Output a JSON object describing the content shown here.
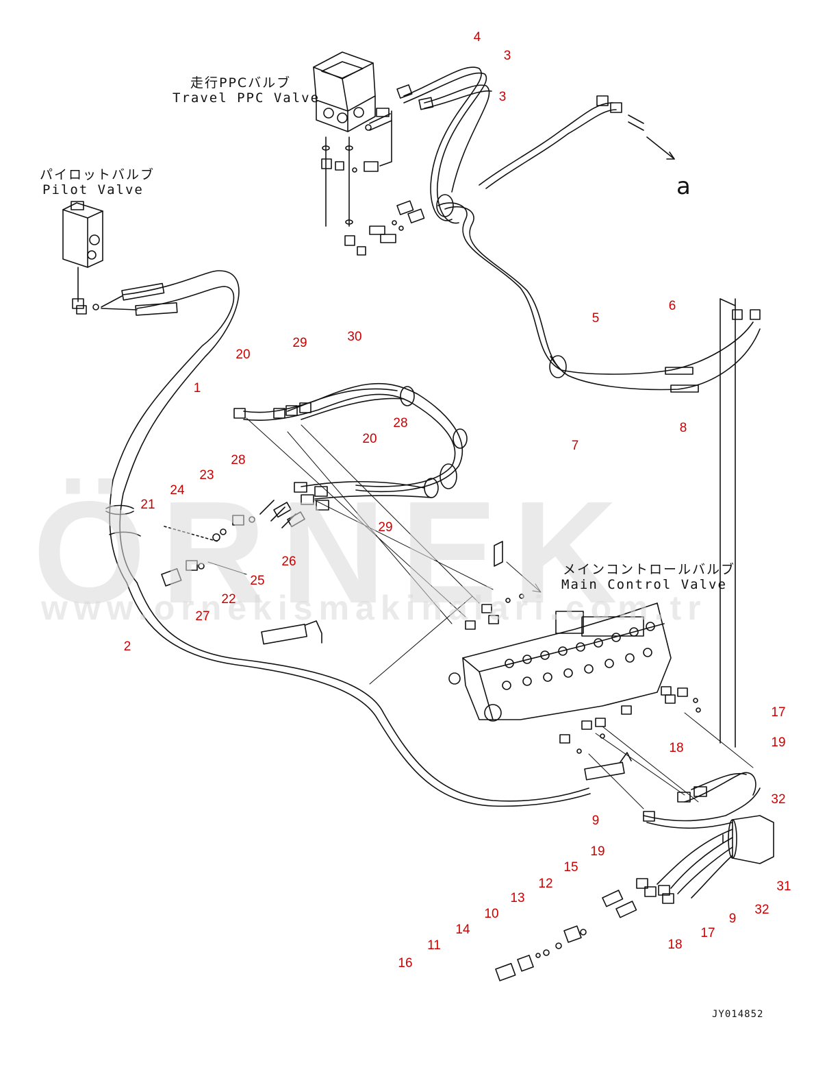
{
  "labels": {
    "travel_ppc_jp": "走行PPCバルブ",
    "travel_ppc_en": "Travel PPC Valve",
    "pilot_jp": "パイロットバルブ",
    "pilot_en": "Pilot Valve",
    "main_control_jp": "メインコントロールバルブ",
    "main_control_en": "Main Control Valve",
    "reference_a": "a",
    "doc_id": "JY014852"
  },
  "watermark": {
    "brand": "ÖRNEK",
    "url": "www.ornekismakinalari.com.tr",
    "color": "#d9d9d9",
    "accent": "#f2d34a"
  },
  "callout_color": "#cc0000",
  "callouts": [
    "4",
    "3",
    "3",
    "6",
    "5",
    "8",
    "7",
    "30",
    "29",
    "20",
    "28",
    "20",
    "1",
    "28",
    "29",
    "23",
    "24",
    "21",
    "26",
    "25",
    "22",
    "27",
    "2",
    "17",
    "19",
    "18",
    "32",
    "9",
    "31",
    "32",
    "19",
    "15",
    "12",
    "13",
    "10",
    "14",
    "11",
    "16",
    "18",
    "17",
    "9"
  ]
}
